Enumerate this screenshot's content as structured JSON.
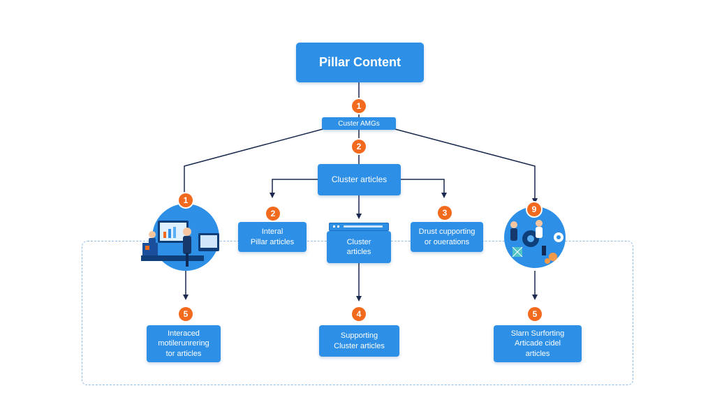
{
  "colors": {
    "box": "#2d8fe6",
    "box_text": "#ffffff",
    "badge": "#f26a1e",
    "connector": "#1b2a4e",
    "dashed_frame": "#8fbde8"
  },
  "nodes": {
    "pillar": "Pillar Content",
    "small_label": "Custer AMGs",
    "cluster_hub": "Cluster articles",
    "internal_pillar": [
      "Interal",
      "Pillar articles"
    ],
    "cluster_center": [
      "Cluster",
      "articles"
    ],
    "supporting_ops": [
      "Drust cupporting",
      "or ouerations"
    ],
    "bottom_left": [
      "Interaced",
      "motilerunrering",
      "tor articles"
    ],
    "bottom_center": [
      "Supporting",
      "Cluster articles"
    ],
    "bottom_right": [
      "Slarn Surforting",
      "Articade cidel",
      "articles"
    ]
  },
  "badges": {
    "b_top": "1",
    "b_hub": "2",
    "b_left": "1",
    "b_internal": "2",
    "b_ops": "3",
    "b_right": "9",
    "b_bottom_left": "5",
    "b_bottom_center": "4",
    "b_bottom_right": "5"
  },
  "icons": {
    "left_illustration": "people-at-computers-illustration",
    "right_illustration": "team-gear-illustration",
    "browser_window": "browser-window-icon"
  }
}
